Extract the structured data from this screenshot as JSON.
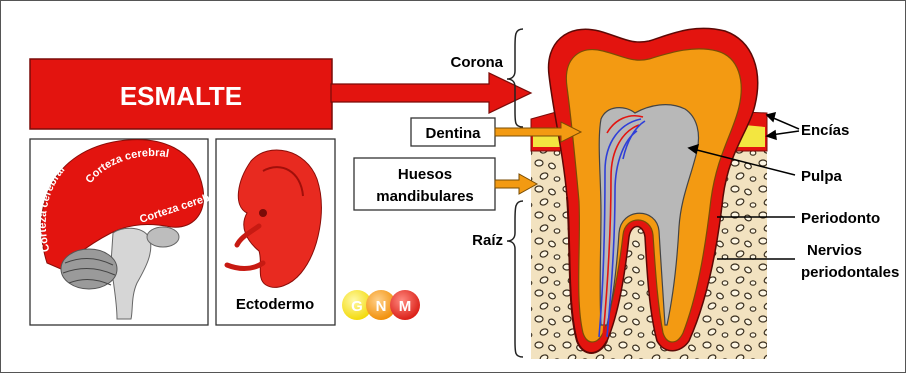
{
  "banner": {
    "label": "ESMALTE"
  },
  "brain": {
    "labels": [
      "Corteza cerebral",
      "Corteza cerebral",
      "Corteza cerebral"
    ]
  },
  "embryo": {
    "label": "Ectodermo"
  },
  "logo": {
    "letters": [
      "G",
      "N",
      "M"
    ]
  },
  "tooth": {
    "corona_label": "Corona",
    "raiz_label": "Raíz",
    "dentina_label": "Dentina",
    "huesos_label_line1": "Huesos",
    "huesos_label_line2": "mandibulares",
    "encias_label": "Encías",
    "pulpa_label": "Pulpa",
    "periodonto_label": "Periodonto",
    "nervios_label_line1": "Nervios",
    "nervios_label_line2": "periodontales"
  },
  "colors": {
    "enamel_red": "#e3140f",
    "dentin_orange": "#f39a12",
    "pulp_gray": "#b8b8b8",
    "bone_beige": "#f2e2c0",
    "gum_yellow": "#f3e640",
    "nerve_blue": "#2f3fd8"
  }
}
